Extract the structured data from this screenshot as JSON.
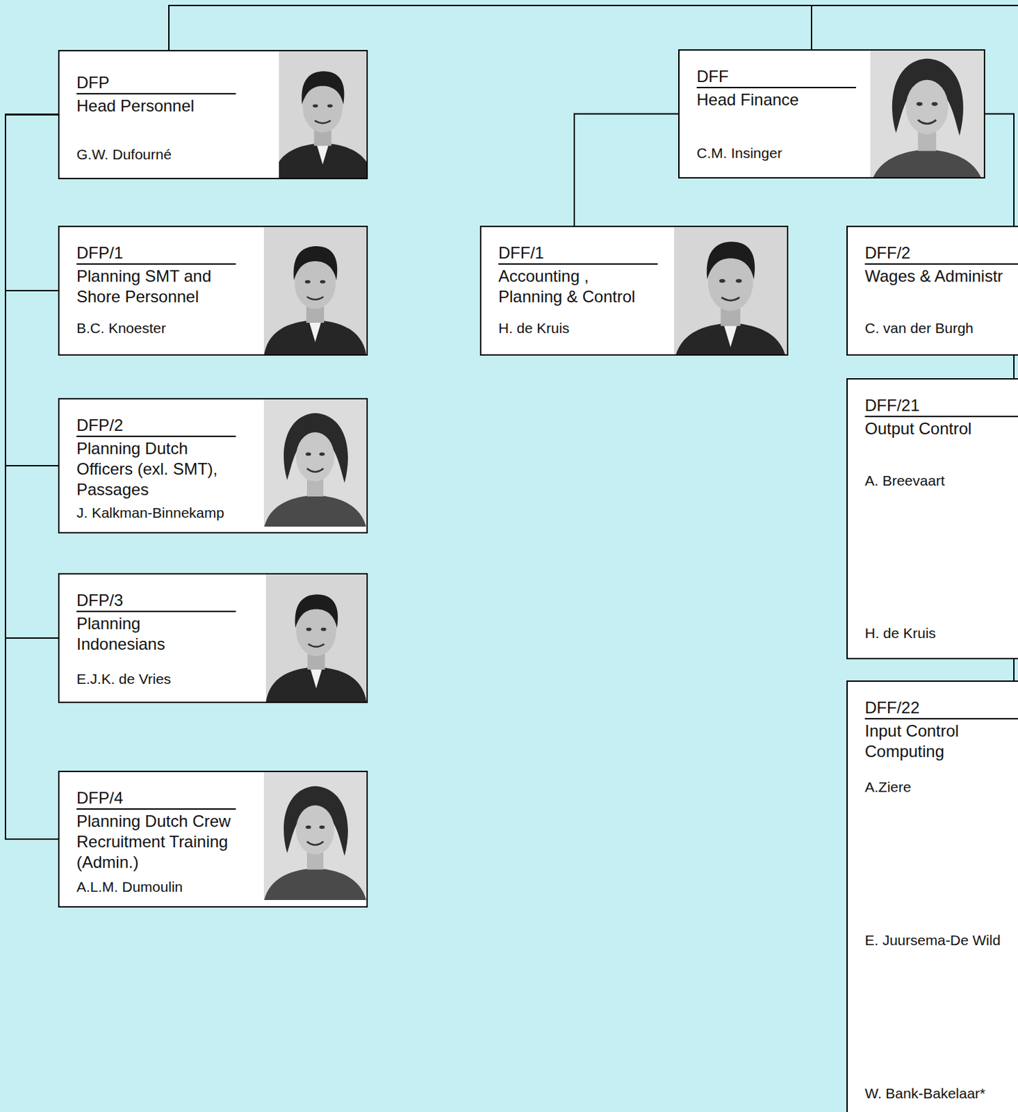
{
  "diagram": {
    "nodes": [
      {
        "text": [
          "DFP",
          "Head Personnel",
          "G.W. Dufourné"
        ]
      },
      {
        "text": [
          "DFP/1",
          "Planning SMT and Shore Personnel",
          "B.C. Knoester"
        ]
      },
      {
        "text": [
          "DFP/2",
          "Planning Dutch Officers (exl. SMT), Passages",
          "J. Kalkman-Binnekamp"
        ]
      },
      {
        "text": [
          "DFP/3",
          "Planning Indonesians",
          "E.J.K. de Vries"
        ]
      },
      {
        "text": [
          "DFP/4",
          "Planning Dutch Crew Recruitment Training (Admin.)",
          "A.L.M. Dumoulin"
        ]
      },
      {
        "text": [
          "DFF",
          "Head Finance",
          "C.M. Insinger"
        ]
      },
      {
        "text": [
          "DFF/1",
          "Accounting , Planning & Control",
          "H. de Kruis"
        ]
      },
      {
        "text": [
          "DFF/2",
          "Wages & Administr",
          "C. van der Burgh"
        ]
      },
      {
        "text": [
          "DFF/21",
          "Output Control",
          "A. Breevaart",
          "H. de Kruis"
        ]
      },
      {
        "text": [
          "DFF/22",
          "Input Control Computing",
          "A.Ziere",
          "E. Juursema-De Wild",
          "W. Bank-Bakelaar*"
        ]
      }
    ],
    "edges": [
      {
        "from": 0,
        "to": 5,
        "arrow": "none"
      },
      {
        "from": 0,
        "to": 1,
        "arrow": "none"
      },
      {
        "from": 0,
        "to": 2,
        "arrow": "none"
      },
      {
        "from": 0,
        "to": 3,
        "arrow": "none"
      },
      {
        "from": 0,
        "to": 4,
        "arrow": "none"
      },
      {
        "from": 5,
        "to": 6,
        "arrow": "none"
      },
      {
        "from": 5,
        "to": 7,
        "arrow": "none"
      },
      {
        "from": 7,
        "to": 8,
        "arrow": "none"
      },
      {
        "from": 8,
        "to": 9,
        "arrow": "none"
      }
    ]
  }
}
